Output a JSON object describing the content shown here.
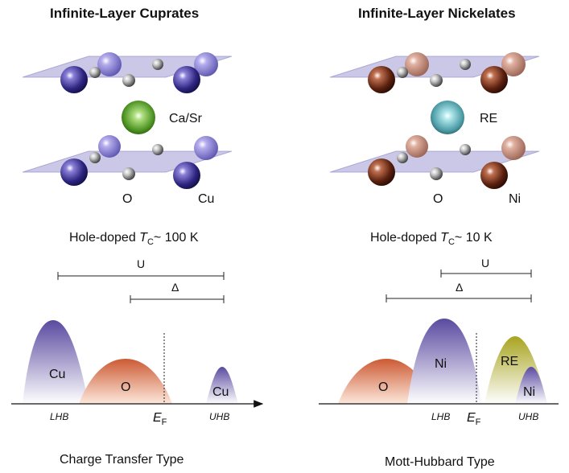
{
  "left": {
    "title": "Infinite-Layer Cuprates",
    "spacer_label": "Ca/Sr",
    "oxygen_label": "O",
    "metal_label": "Cu",
    "tc_prefix": "Hole-doped ",
    "tc_symbol": "T",
    "tc_sub": "C",
    "tc_value": "~ 100 K",
    "u_label": "U",
    "delta_label": "Δ",
    "band_metal": "Cu",
    "band_oxygen": "O",
    "band_upper": "Cu",
    "lhb": "LHB",
    "ef": "E",
    "ef_sub": "F",
    "uhb": "UHB",
    "caption": "Charge Transfer Type"
  },
  "right": {
    "title": "Infinite-Layer Nickelates",
    "spacer_label": "RE",
    "oxygen_label": "O",
    "metal_label": "Ni",
    "tc_prefix": "Hole-doped ",
    "tc_symbol": "T",
    "tc_sub": "C",
    "tc_value": "~ 10 K",
    "u_label": "U",
    "delta_label": "Δ",
    "band_oxygen": "O",
    "band_metal": "Ni",
    "band_re": "RE",
    "band_upper": "Ni",
    "lhb": "LHB",
    "ef": "E",
    "ef_sub": "F",
    "uhb": "UHB",
    "caption": "Mott-Hubbard Type"
  },
  "colors": {
    "cu_atom": "#3a2f8f",
    "ni_atom": "#6a2a18",
    "o_atom": "#9a9a9a",
    "ca_atom": "#5aa028",
    "re_atom": "#5aaab4",
    "plane": "#8a86c8",
    "band_purple": "#6a5aa8",
    "band_orange": "#d4643c",
    "band_olive": "#b4b428"
  }
}
